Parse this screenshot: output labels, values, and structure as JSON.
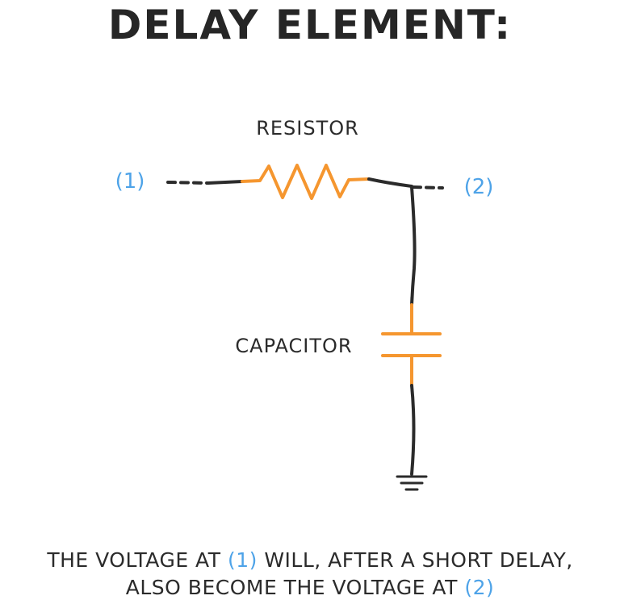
{
  "title": "DELAY ELEMENT:",
  "resistor_label": "RESISTOR",
  "capacitor_label": "CAPACITOR",
  "node1_label": "(1)",
  "node2_label": "(2)",
  "caption": {
    "line1_a": "THE VOLTAGE AT ",
    "line1_node": "(1)",
    "line1_b": " WILL, AFTER A SHORT DELAY,",
    "line2_a": "ALSO BECOME THE VOLTAGE AT ",
    "line2_node": "(2)"
  },
  "colors": {
    "wire": "#2b2b2b",
    "component": "#f5962f",
    "node": "#4ea3e8"
  }
}
